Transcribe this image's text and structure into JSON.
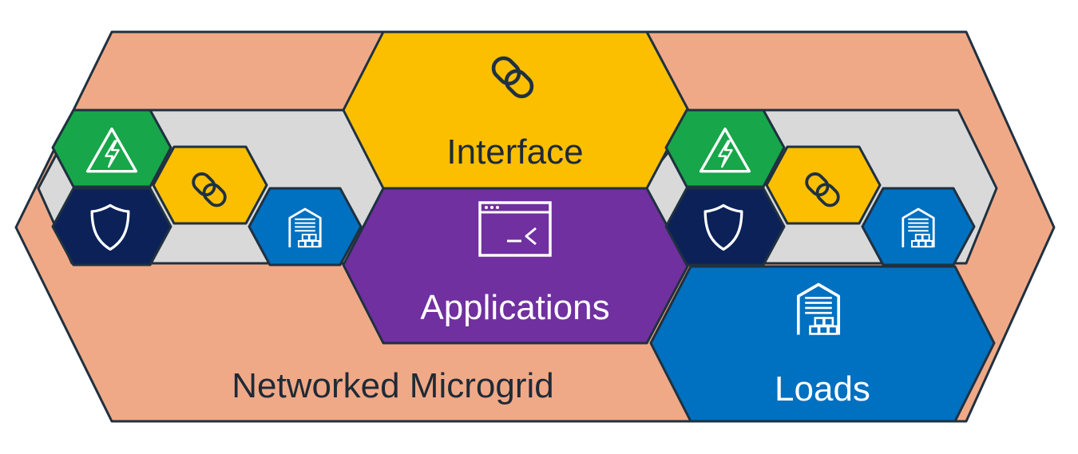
{
  "labels": {
    "interface": "Interface",
    "applications": "Applications",
    "networked_microgrid": "Networked Microgrid",
    "loads": "Loads"
  },
  "colors": {
    "outer": "#f0a987",
    "gray": "#d9d9d9",
    "interface": "#fbbf00",
    "applications": "#7030a0",
    "loads": "#0070c0",
    "generation": "#17a64a",
    "security": "#0b2158",
    "stroke": "#1f3140",
    "white": "#ffffff"
  },
  "icons": {
    "interface": "chain-link-icon",
    "applications": "terminal-window-icon",
    "loads": "warehouse-icon",
    "generation": "high-voltage-warning-icon",
    "security": "shield-icon"
  }
}
